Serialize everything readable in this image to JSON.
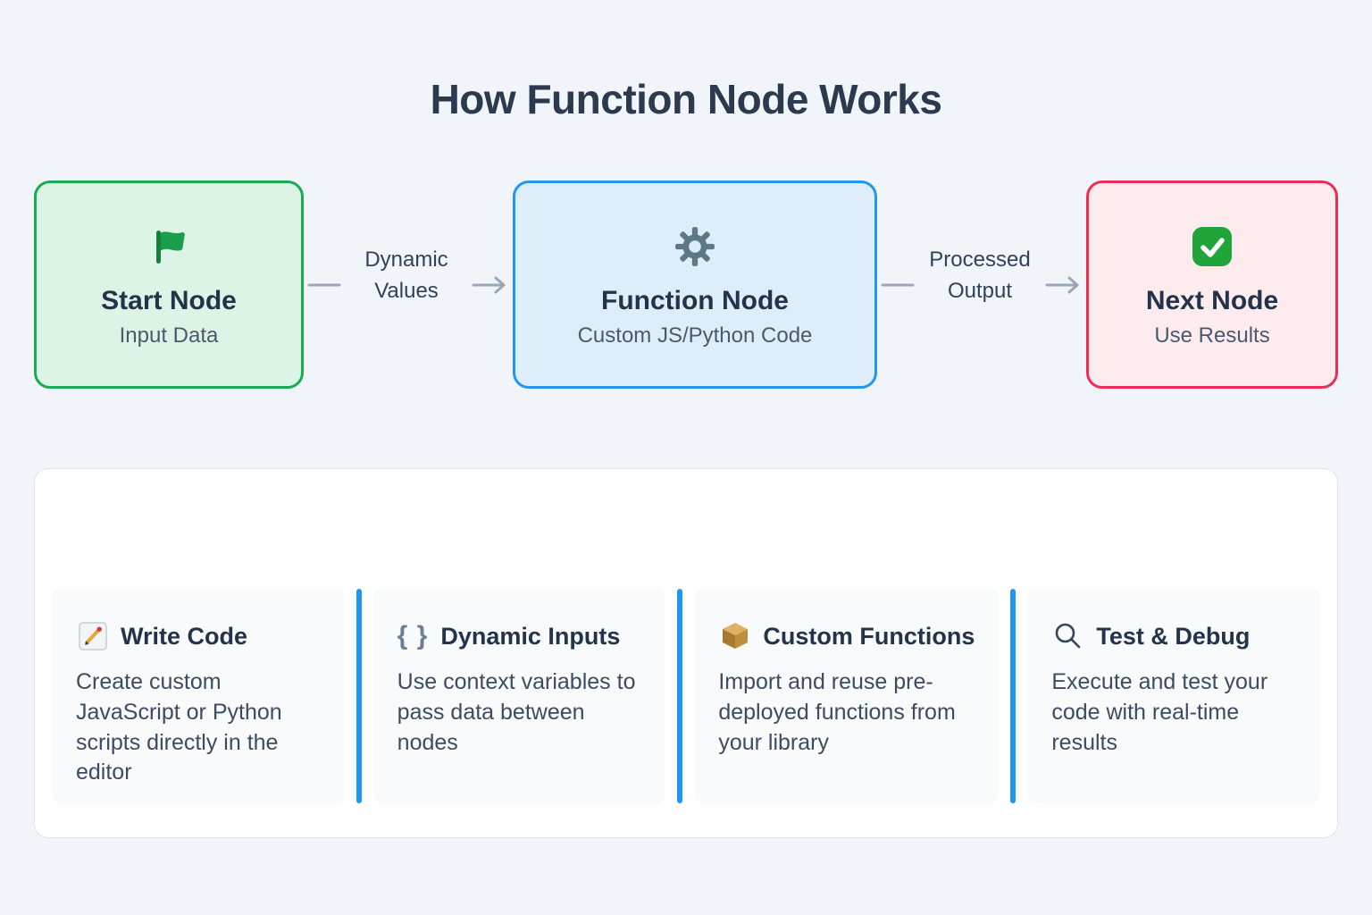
{
  "page": {
    "title": "How Function Node Works"
  },
  "flow": {
    "nodes": [
      {
        "icon": "green-flag",
        "title": "Start Node",
        "subtitle": "Input Data",
        "bg": "#dcf4e6",
        "border": "#17ab54"
      },
      {
        "icon": "gear",
        "title": "Function Node",
        "subtitle": "Custom JS/Python Code",
        "bg": "#ddeefa",
        "border": "#2196f3"
      },
      {
        "icon": "green-check",
        "title": "Next Node",
        "subtitle": "Use Results",
        "bg": "#fdebee",
        "border": "#ee2d55"
      }
    ],
    "connectors": [
      {
        "label": "Dynamic Values"
      },
      {
        "label": "Processed Output"
      }
    ]
  },
  "features": [
    {
      "icon": "memo",
      "title": "Write Code",
      "body": "Create custom JavaScript or Python scripts directly in the editor"
    },
    {
      "icon": "curly-braces",
      "icon_glyph": "{ }",
      "title": "Dynamic Inputs",
      "body": "Use context variables to pass data between nodes"
    },
    {
      "icon": "package",
      "title": "Custom Functions",
      "body": "Import and reuse pre-deployed functions from your library"
    },
    {
      "icon": "magnifier",
      "title": "Test & Debug",
      "body": "Execute and test your code with real-time results"
    }
  ],
  "colors": {
    "page_bg": "#f1f4f8",
    "title_text": "#2b3a4e",
    "card_bg": "#ffffff",
    "card_border": "#e0e6ee",
    "feature_bg": "#f8fafc",
    "divider_blue": "#1e97f3",
    "arrow_gray": "#9aa7b8",
    "start_border": "#17ab54",
    "function_border": "#2196f3",
    "next_border": "#ee2d55",
    "flag_green": "#1b9e4b",
    "gear_gray": "#5e7888",
    "check_green": "#21a53a"
  }
}
